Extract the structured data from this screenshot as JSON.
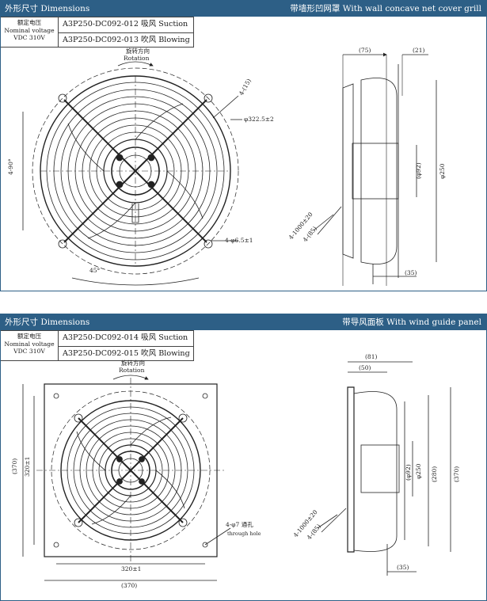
{
  "sections": [
    {
      "header_left": "外形尺寸 Dimensions",
      "header_right": "带墙形凹网罩 With wall concave net cover grill",
      "spec_label_1": "额定电压",
      "spec_label_2": "Nominal voltage",
      "spec_label_3": "VDC 310V",
      "model_1": "A3P250-DC092-012 吸风 Suction",
      "model_2": "A3P250-DC092-013 吹风 Blowing",
      "rotation_cn": "旋转方向",
      "rotation_en": "Rotation",
      "dim_diameter": "φ322.5±2",
      "dim_holes": "4-φ6.5±1",
      "dim_15": "4-(15)",
      "dim_angle_90": "4-90°",
      "dim_angle_45": "45°",
      "dim_75": "(75)",
      "dim_21": "(21)",
      "dim_92": "(φ92)",
      "dim_250": "φ250",
      "dim_cable": "4-1000±20",
      "dim_85": "4-(85)",
      "dim_35": "(35)"
    },
    {
      "header_left": "外形尺寸 Dimensions",
      "header_right": "带导风面板 With wind guide panel",
      "spec_label_1": "额定电压",
      "spec_label_2": "Nominal voltage",
      "spec_label_3": "VDC 310V",
      "model_1": "A3P250-DC092-014 吸风 Suction",
      "model_2": "A3P250-DC092-015 吹风 Blowing",
      "rotation_cn": "旋转方向",
      "rotation_en": "Rotation",
      "dim_holes_cn": "4-φ7 通孔",
      "dim_holes_en": "through hole",
      "dim_370_left": "(370)",
      "dim_320_left": "320±1",
      "dim_320_bottom": "320±1",
      "dim_370_bottom": "(370)",
      "dim_81": "(81)",
      "dim_50": "(50)",
      "dim_92": "(φ92)",
      "dim_250": "φ250",
      "dim_280": "(280)",
      "dim_370_right": "(370)",
      "dim_cable": "4-1000±20",
      "dim_85": "4-(85)",
      "dim_35": "(35)"
    }
  ]
}
